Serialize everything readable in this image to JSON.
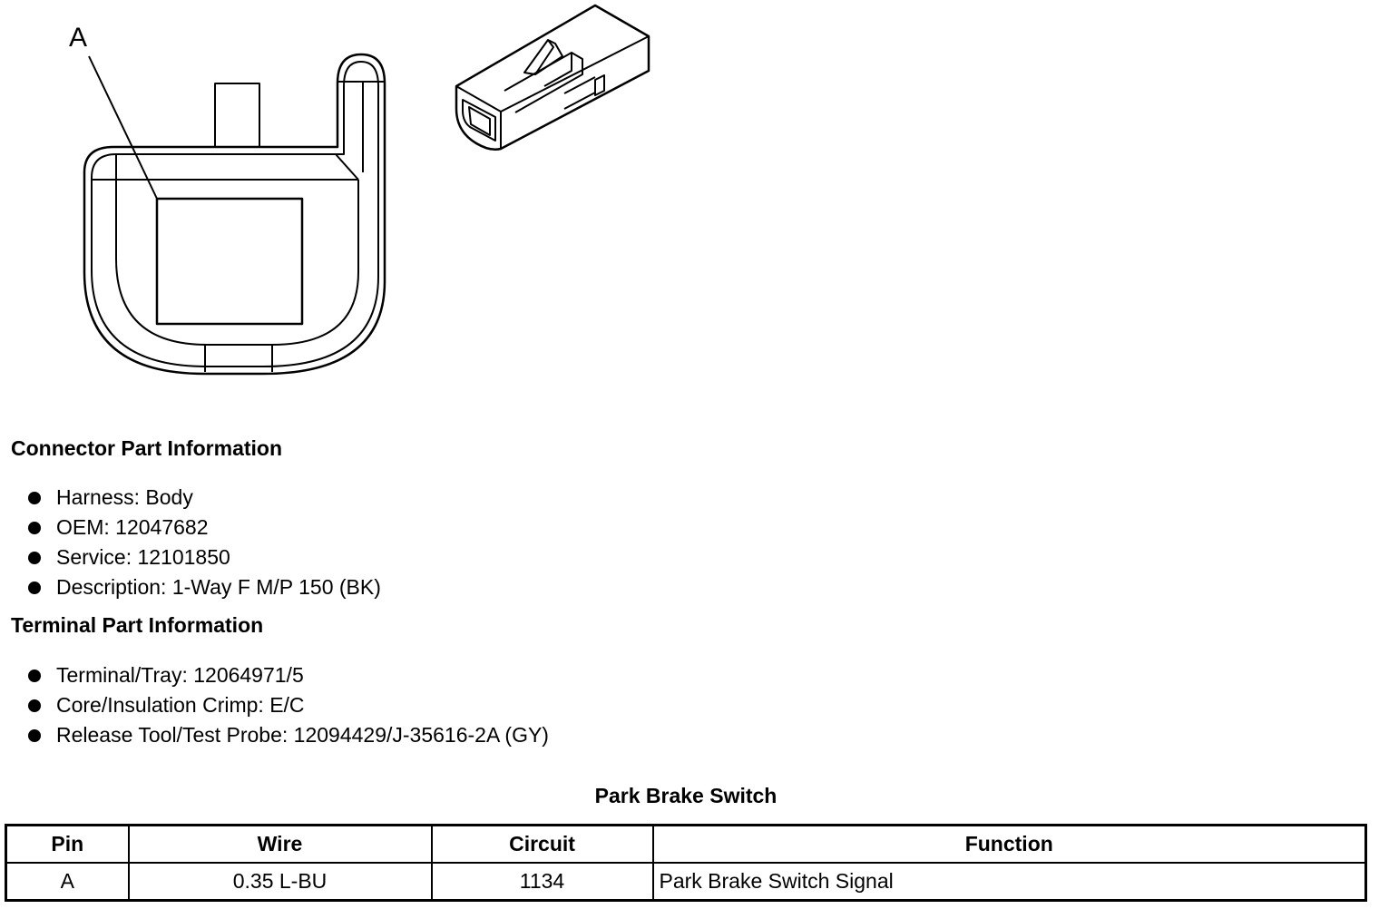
{
  "diagram": {
    "callout_label": "A"
  },
  "connector_info": {
    "title": "Connector Part Information",
    "items": [
      "Harness: Body",
      "OEM: 12047682",
      "Service: 12101850",
      "Description: 1-Way F M/P 150 (BK)"
    ]
  },
  "terminal_info": {
    "title": "Terminal Part Information",
    "items": [
      "Terminal/Tray: 12064971/5",
      "Core/Insulation Crimp: E/C",
      "Release Tool/Test Probe: 12094429/J-35616-2A (GY)"
    ]
  },
  "table": {
    "title": "Park Brake Switch",
    "headers": [
      "Pin",
      "Wire",
      "Circuit",
      "Function"
    ],
    "rows": [
      [
        "A",
        "0.35 L-BU",
        "1134",
        "Park Brake Switch Signal"
      ]
    ]
  }
}
